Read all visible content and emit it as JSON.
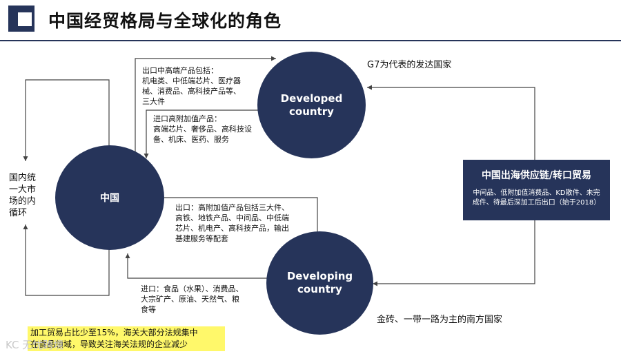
{
  "header": {
    "title": "中国经贸格局与全球化的角色"
  },
  "nodes": {
    "china": "中国",
    "developed": "Developed\ncountry",
    "developing": "Developing\ncountry"
  },
  "labels": {
    "domestic": "国内统\n一大市\n场的内\n循环",
    "export_to_developed": "出口中高端产品包括：\n机电类、中低端芯片、医疗器\n械、消费品、高科技产品等、\n三大件",
    "import_from_developed": "进口高附加值产品：\n高端芯片、奢侈品、高科技设\n备、机床、医药、服务",
    "export_to_developing": "出口：高附加值产品包括三大件、\n高铁、地铁产品、中间品、中低端\n芯片、机电产、高科技产品，输出\n基建服务等配套",
    "import_from_developing": "进口：食品（水果）、消费品、\n大宗矿产、原油、天然气、粮\n食等",
    "developed_group": "G7为代表的发达国家",
    "developing_group": "金砖、一带一路为主的南方国家"
  },
  "supply_box": {
    "title": "中国出海供应链/转口贸易",
    "body": "中间品、低附加值消费品、KD散件、未完\n成件、待最后深加工后出口（始于2018）"
  },
  "note": "加工贸易占比少至15%，海关大部分法规集中\n在食品领域，导致关注海关法规的企业减少",
  "watermark": "KC 无忧跨境",
  "colors": {
    "navy": "#26345a",
    "highlight": "#fff86a",
    "line": "#444444"
  }
}
